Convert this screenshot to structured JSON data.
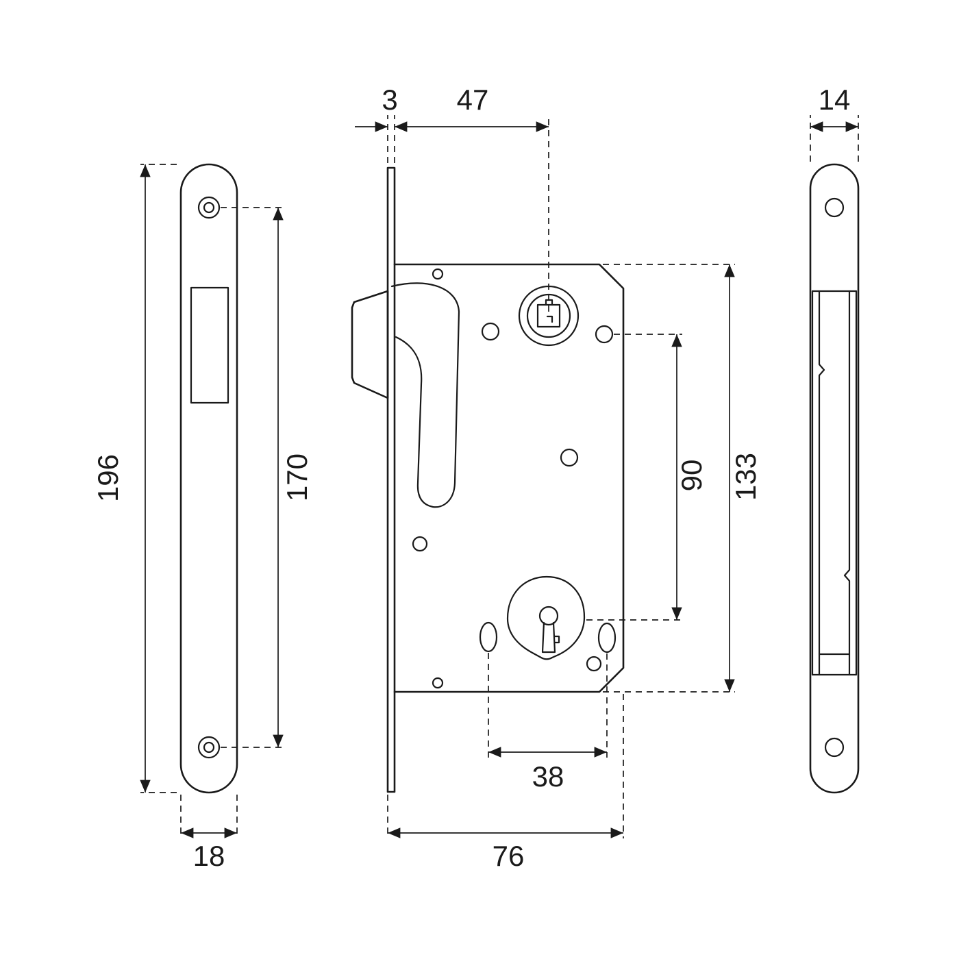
{
  "drawing": {
    "title": "mortise-lock-dimension-drawing",
    "front_view": {
      "overall_height": "196",
      "screw_hole_spacing": "170",
      "faceplate_width": "18"
    },
    "side_view": {
      "faceplate_thickness": "3",
      "backset": "47",
      "hub_to_turn_spacing": "90",
      "body_height": "133",
      "slot_spacing": "38",
      "body_depth": "76"
    },
    "rear_view": {
      "faceplate_width": "14"
    }
  },
  "colors": {
    "line": "#1a1a1a",
    "background": "#ffffff"
  }
}
